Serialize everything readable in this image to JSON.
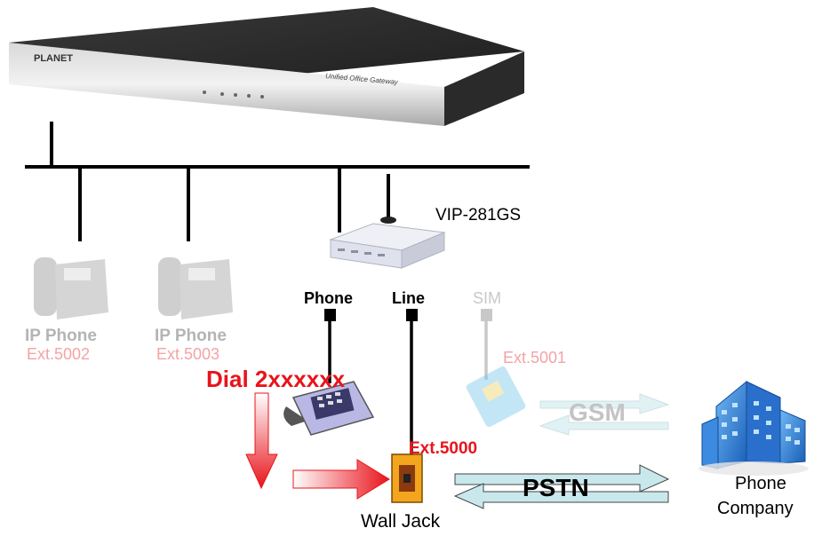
{
  "gateway": {
    "brand": "PLANET",
    "product_name": "Unified Office Gateway"
  },
  "devices": {
    "vip": {
      "name": "VIP-281GS"
    },
    "ip_phone_1": {
      "label": "IP Phone",
      "ext": "Ext.5002"
    },
    "ip_phone_2": {
      "label": "IP Phone",
      "ext": "Ext.5003"
    },
    "ports": {
      "phone": "Phone",
      "line": "Line",
      "sim": "SIM"
    },
    "sim_ext": "Ext.5001",
    "jack_ext": "Ext.5000",
    "dial": "Dial 2xxxxxx",
    "wall_jack": "Wall Jack",
    "gsm": "GSM",
    "pstn": "PSTN",
    "phone_company": {
      "line1": "Phone",
      "line2": "Company"
    }
  },
  "colors": {
    "red": "#e8141b",
    "pink": "#f4a3a6",
    "faded_text": "#b4b4b4",
    "light_blue_arrow": "#c9e8ec",
    "building_blue": "#2f7fd6"
  }
}
